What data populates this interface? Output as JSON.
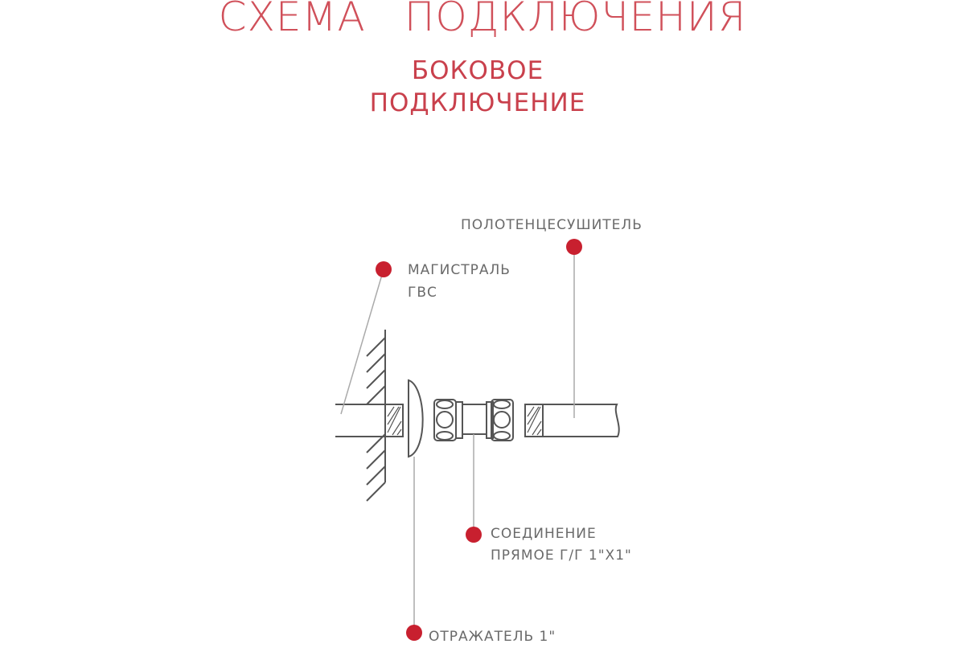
{
  "title": {
    "word1": "СХЕМА",
    "word2": "ПОДКЛЮЧЕНИЯ"
  },
  "subtitle": {
    "line1": "БОКОВОЕ",
    "line2": "ПОДКЛЮЧЕНИЕ"
  },
  "labels": {
    "towel_dryer": "ПОЛОТЕНЦЕСУШИТЕЛЬ",
    "main_line_1": "МАГИСТРАЛЬ",
    "main_line_2": "ГВС",
    "coupling_1": "СОЕДИНЕНИЕ",
    "coupling_2": "ПРЯМОЕ Г/Г 1\"Х1\"",
    "reflector": "ОТРАЖАТЕЛЬ 1\""
  },
  "colors": {
    "accent": "#c8202f",
    "text": "#6a6a6a",
    "line": "#555555"
  }
}
